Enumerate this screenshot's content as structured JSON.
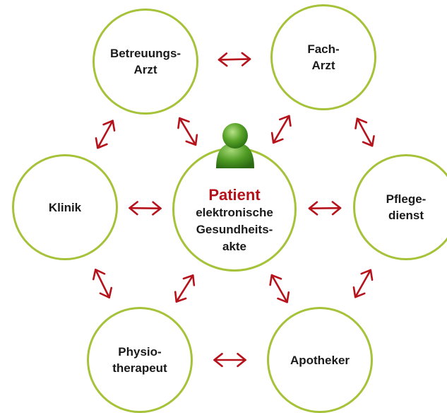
{
  "colors": {
    "circle_stroke": "#a5c239",
    "arrow": "#b5121b",
    "patient_text": "#b5121b",
    "person_icon": "#5aa52a"
  },
  "nodes": {
    "betreuungsarzt": {
      "line1": "Betreuungs-",
      "line2": "Arzt"
    },
    "facharzt": {
      "line1": "Fach-",
      "line2": "Arzt"
    },
    "klinik": {
      "line1": "Klinik"
    },
    "pflegedienst": {
      "line1": "Pflege-",
      "line2": "dienst"
    },
    "physiotherapeut": {
      "line1": "Physio-",
      "line2": "therapeut"
    },
    "apotheker": {
      "line1": "Apotheker"
    },
    "center": {
      "title": "Patient",
      "line1": "elektronische",
      "line2": "Gesundheits-",
      "line3": "akte",
      "icon": "person-icon"
    }
  },
  "arrows": [
    {
      "name": "arrow-betreuungsarzt-facharzt",
      "from": "betreuungsarzt",
      "to": "facharzt"
    },
    {
      "name": "arrow-betreuungsarzt-klinik",
      "from": "betreuungsarzt",
      "to": "klinik"
    },
    {
      "name": "arrow-betreuungsarzt-patient",
      "from": "betreuungsarzt",
      "to": "center"
    },
    {
      "name": "arrow-facharzt-patient",
      "from": "facharzt",
      "to": "center"
    },
    {
      "name": "arrow-facharzt-pflegedienst",
      "from": "facharzt",
      "to": "pflegedienst"
    },
    {
      "name": "arrow-klinik-patient",
      "from": "klinik",
      "to": "center"
    },
    {
      "name": "arrow-patient-pflegedienst",
      "from": "center",
      "to": "pflegedienst"
    },
    {
      "name": "arrow-klinik-physiotherapeut",
      "from": "klinik",
      "to": "physiotherapeut"
    },
    {
      "name": "arrow-patient-physiotherapeut",
      "from": "center",
      "to": "physiotherapeut"
    },
    {
      "name": "arrow-patient-apotheker",
      "from": "center",
      "to": "apotheker"
    },
    {
      "name": "arrow-pflegedienst-apotheker",
      "from": "pflegedienst",
      "to": "apotheker"
    },
    {
      "name": "arrow-physiotherapeut-apotheker",
      "from": "physiotherapeut",
      "to": "apotheker"
    }
  ]
}
